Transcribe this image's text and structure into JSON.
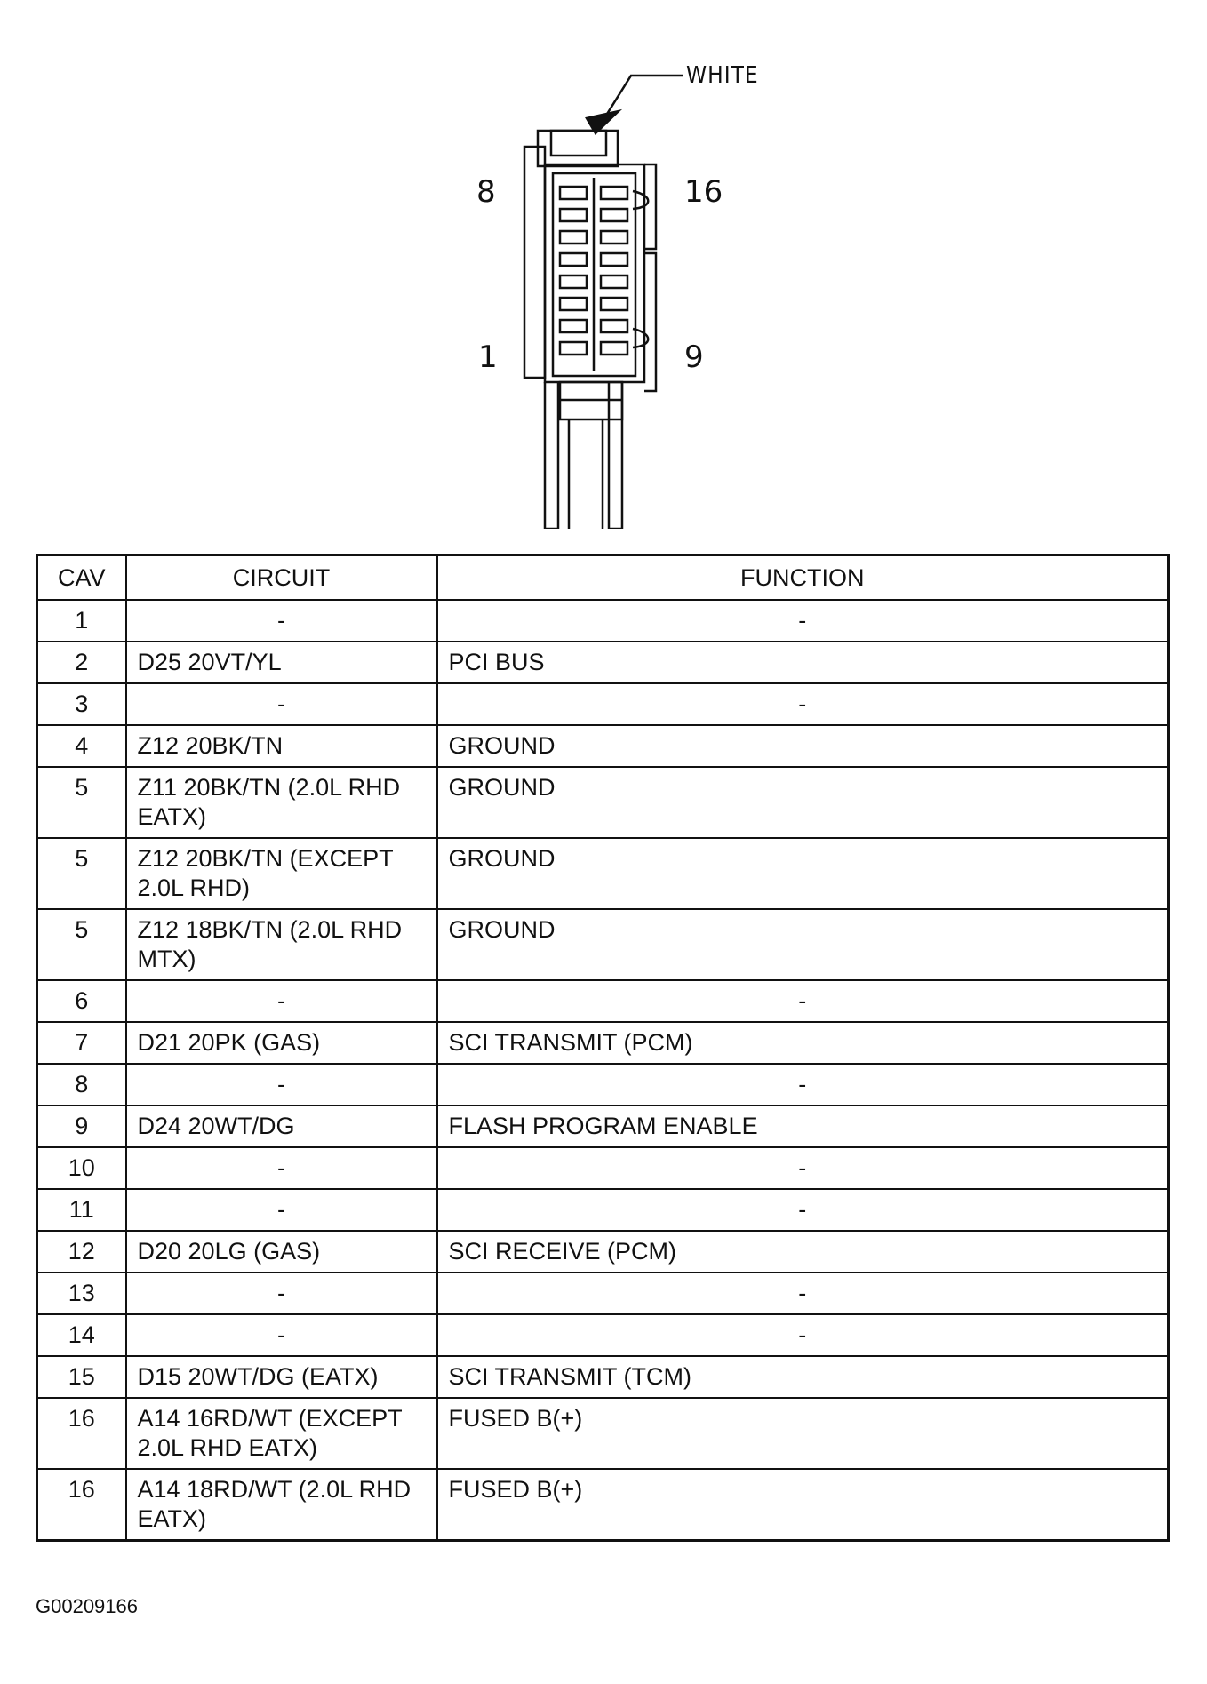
{
  "connector": {
    "callout": "WHITE",
    "pin_labels": {
      "top_left": "8",
      "top_right": "16",
      "bottom_left": "1",
      "bottom_right": "9"
    }
  },
  "table": {
    "headers": [
      "CAV",
      "CIRCUIT",
      "FUNCTION"
    ],
    "rows": [
      {
        "cav": "1",
        "circuit": "-",
        "function": "-"
      },
      {
        "cav": "2",
        "circuit": "D25 20VT/YL",
        "function": "PCI BUS"
      },
      {
        "cav": "3",
        "circuit": "-",
        "function": "-"
      },
      {
        "cav": "4",
        "circuit": "Z12 20BK/TN",
        "function": "GROUND"
      },
      {
        "cav": "5",
        "circuit": "Z11 20BK/TN (2.0L RHD EATX)",
        "function": "GROUND"
      },
      {
        "cav": "5",
        "circuit": "Z12 20BK/TN (EXCEPT 2.0L RHD)",
        "function": "GROUND"
      },
      {
        "cav": "5",
        "circuit": "Z12 18BK/TN (2.0L RHD MTX)",
        "function": "GROUND"
      },
      {
        "cav": "6",
        "circuit": "-",
        "function": "-"
      },
      {
        "cav": "7",
        "circuit": "D21 20PK (GAS)",
        "function": "SCI TRANSMIT (PCM)"
      },
      {
        "cav": "8",
        "circuit": "-",
        "function": "-"
      },
      {
        "cav": "9",
        "circuit": "D24 20WT/DG",
        "function": "FLASH PROGRAM ENABLE"
      },
      {
        "cav": "10",
        "circuit": "-",
        "function": "-"
      },
      {
        "cav": "11",
        "circuit": "-",
        "function": "-"
      },
      {
        "cav": "12",
        "circuit": "D20 20LG (GAS)",
        "function": "SCI RECEIVE (PCM)"
      },
      {
        "cav": "13",
        "circuit": "-",
        "function": "-"
      },
      {
        "cav": "14",
        "circuit": "-",
        "function": "-"
      },
      {
        "cav": "15",
        "circuit": "D15 20WT/DG (EATX)",
        "function": "SCI TRANSMIT (TCM)"
      },
      {
        "cav": "16",
        "circuit": "A14 16RD/WT (EXCEPT 2.0L RHD EATX)",
        "function": "FUSED B(+)"
      },
      {
        "cav": "16",
        "circuit": "A14 18RD/WT (2.0L RHD EATX)",
        "function": "FUSED B(+)"
      }
    ]
  },
  "figure_id": "G00209166"
}
